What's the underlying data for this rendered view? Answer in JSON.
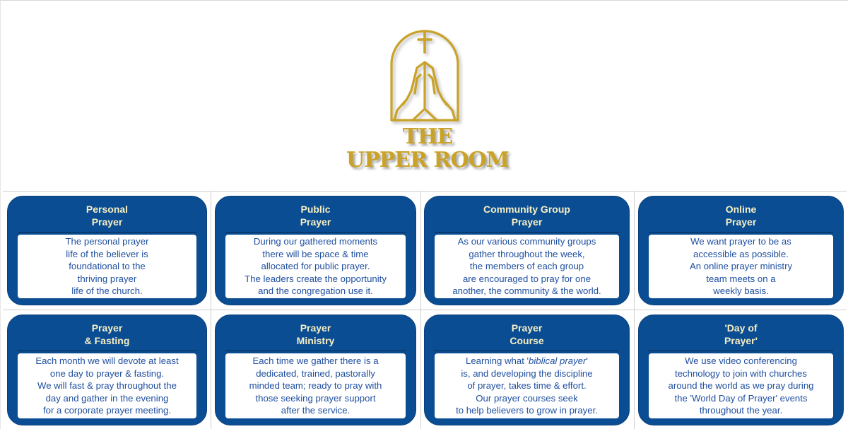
{
  "logo": {
    "icon": "praying-hands-arch-cross-icon",
    "line1": "THE",
    "line2": "UPPER ROOM",
    "color": "#c9a227"
  },
  "colors": {
    "card_bg": "#0b4d92",
    "card_title": "#f7efc4",
    "card_text": "#1f4fa0"
  },
  "cards": [
    {
      "title": "Personal\nPrayer",
      "body": "The personal prayer\nlife of the believer is\nfoundational to the\nthriving prayer\nlife of the church."
    },
    {
      "title": "Public\nPrayer",
      "body": "During our gathered moments\nthere will be space & time\nallocated for public prayer.\nThe leaders create the opportunity\nand the congregation use it."
    },
    {
      "title": "Community Group\nPrayer",
      "body": "As our various community groups\ngather throughout the week,\nthe members of each group\nare encouraged to pray for one\nanother, the community & the world."
    },
    {
      "title": "Online\nPrayer",
      "body": "We want prayer to be as\naccessible as possible.\nAn online prayer ministry\nteam meets on a\nweekly basis."
    },
    {
      "title": "Prayer\n& Fasting",
      "body": "Each month we will devote at least\none day to prayer & fasting.\nWe will fast & pray throughout the\nday and gather in the evening\nfor a corporate prayer meeting."
    },
    {
      "title": "Prayer\nMinistry",
      "body": "Each time we gather there is a\ndedicated, trained, pastorally\nminded team; ready to pray with\nthose seeking prayer support\nafter the service."
    },
    {
      "title": "Prayer\nCourse",
      "body_pre": "Learning what '",
      "body_italic": "biblical prayer",
      "body_post": "'\nis, and developing the discipline\nof prayer, takes time & effort.\nOur prayer courses seek\nto help believers to grow in prayer."
    },
    {
      "title": "'Day of\nPrayer'",
      "body": "We use video conferencing\ntechnology to join with churches\naround the world as we pray during\nthe 'World Day of Prayer' events\nthroughout the year."
    }
  ]
}
